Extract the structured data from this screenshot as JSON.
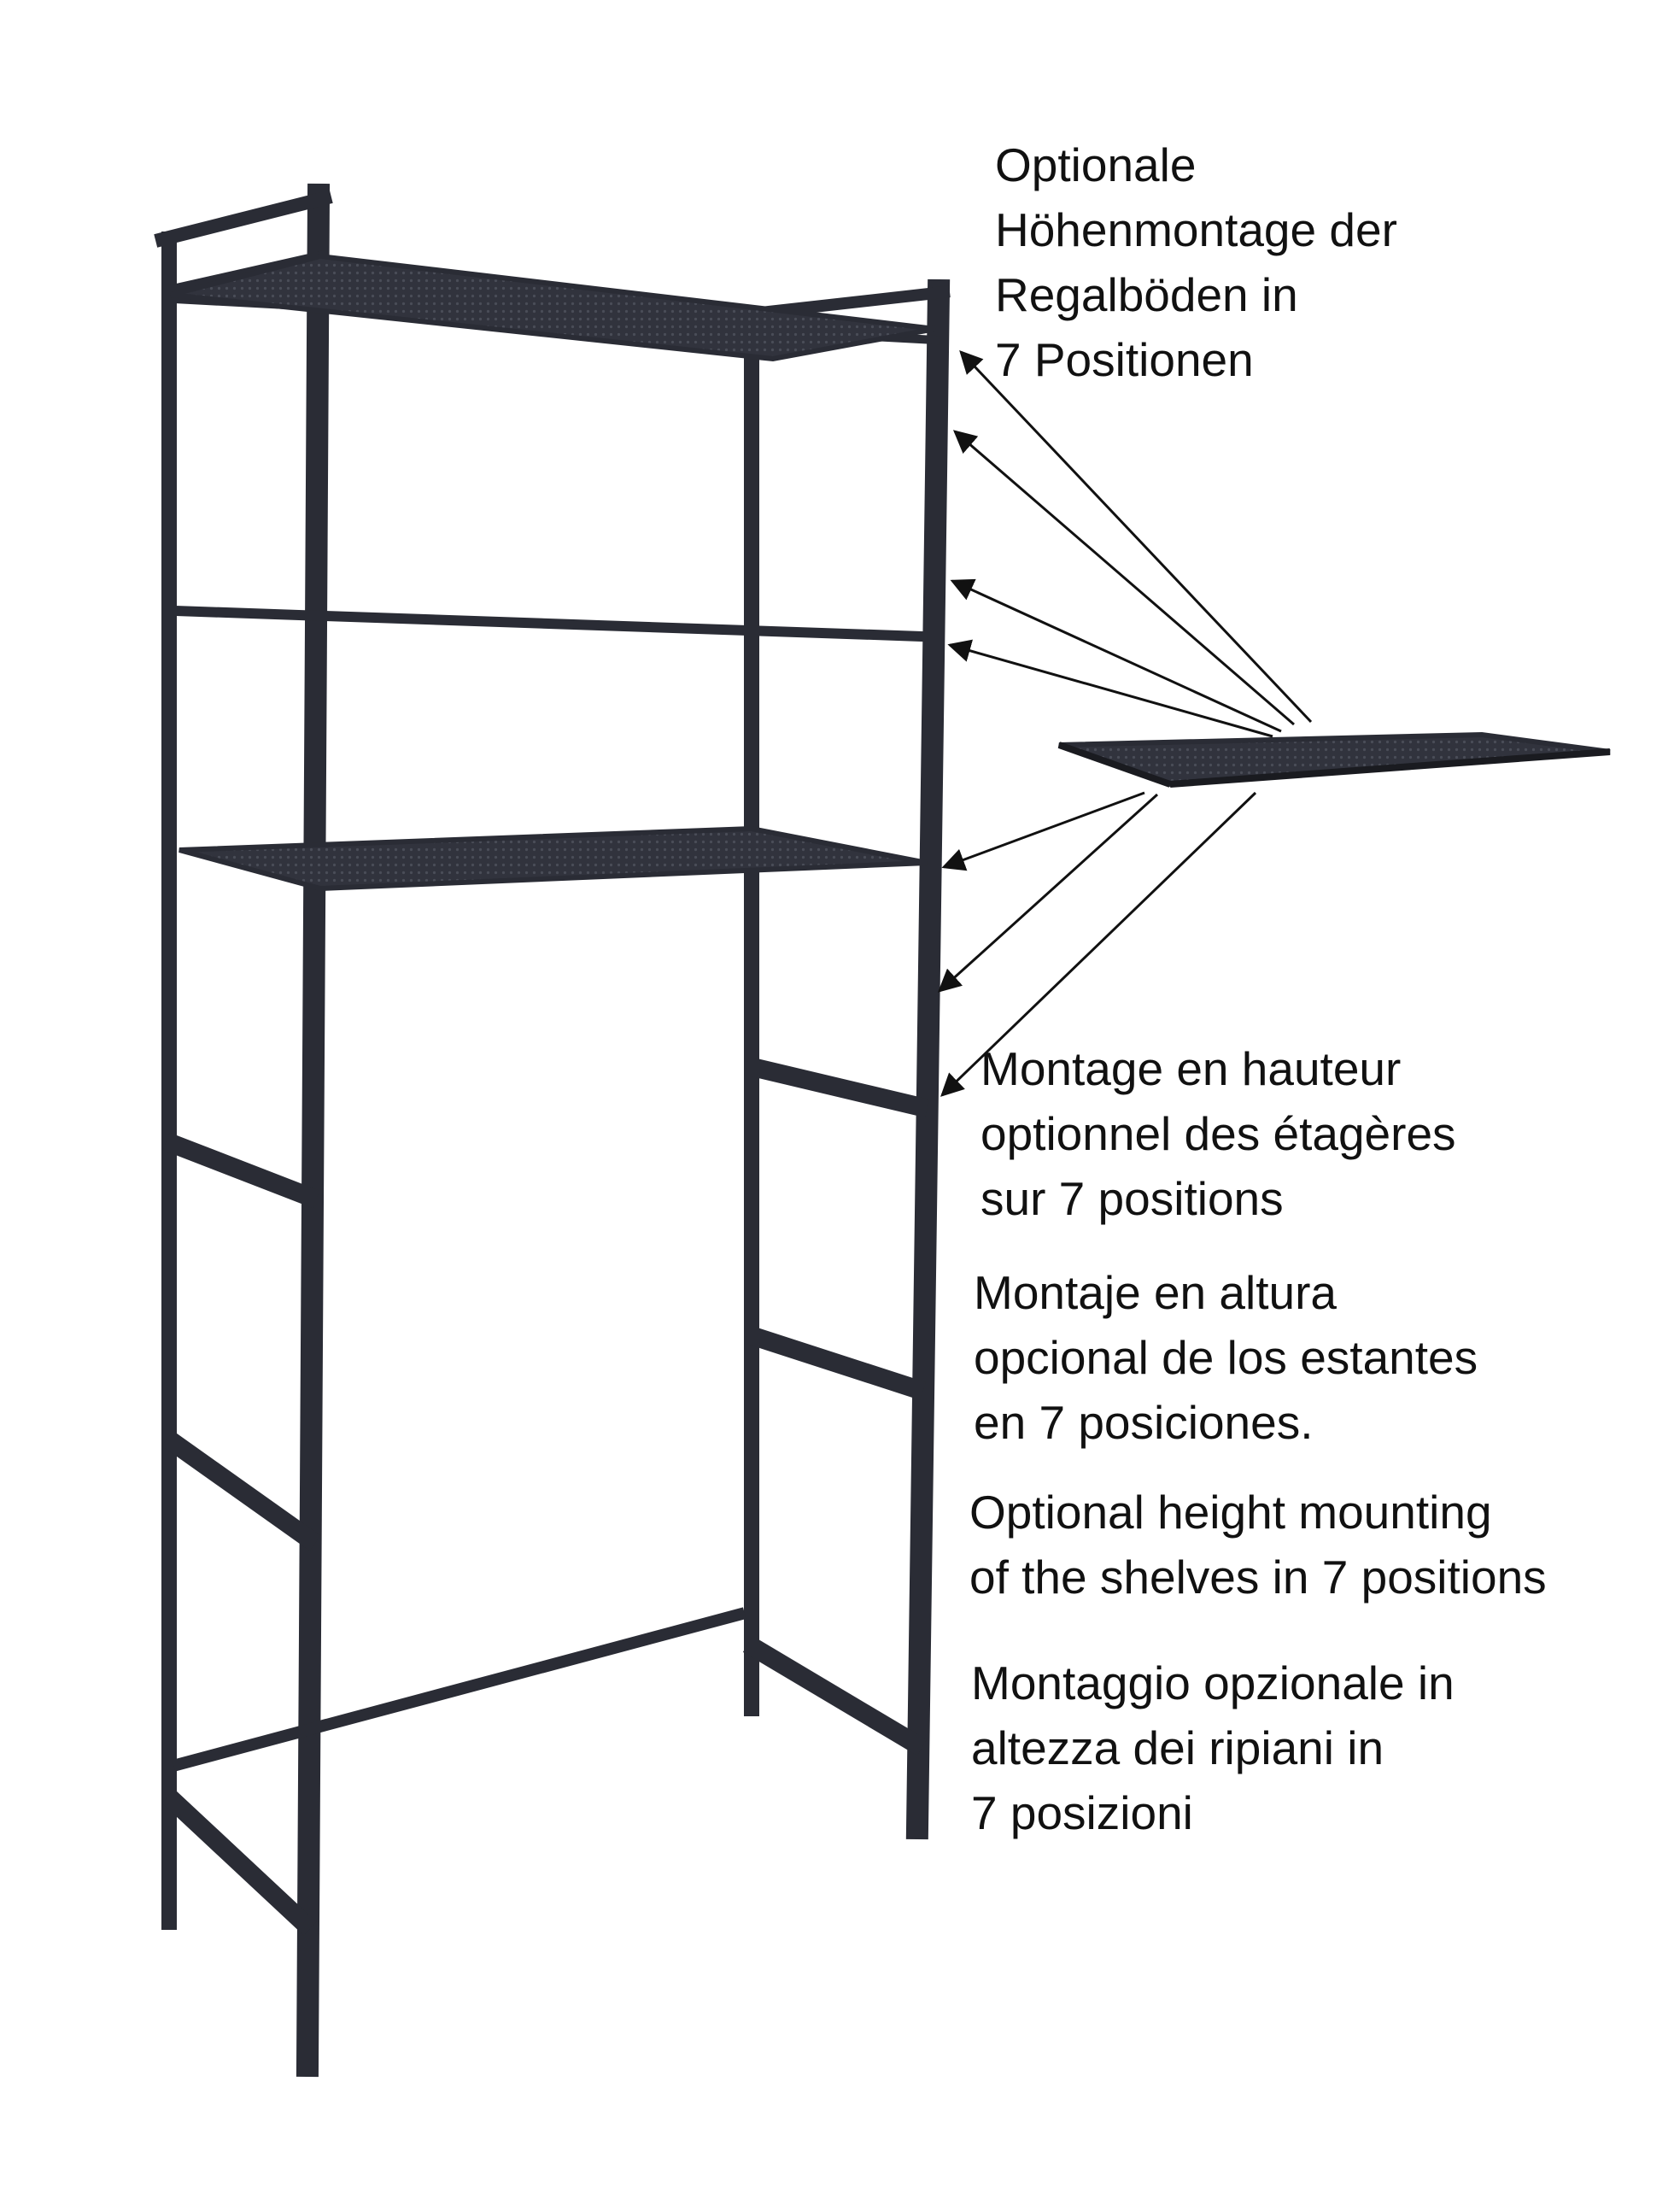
{
  "captions": {
    "de": [
      "Optionale",
      "Höhenmontage der",
      "Regalböden in",
      "7 Positionen"
    ],
    "fr": [
      "Montage en hauteur",
      "optionnel des étagères",
      "sur 7 positions"
    ],
    "es": [
      "Montaje en altura",
      "opcional de los estantes",
      "en 7 posiciones."
    ],
    "en": [
      "Optional height mounting",
      "of the shelves in 7 positions"
    ],
    "it": [
      "Montaggio opzionale in",
      "altezza dei ripiani in",
      "7 posizioni"
    ]
  },
  "colors": {
    "frame": "#2a2c35",
    "shelf": "#31333d",
    "text": "#111111",
    "arrow": "#111111"
  },
  "icons": {
    "rack": "over-toilet-shelf-rack",
    "loose_shelf": "removable-shelf-board",
    "arrows": "position-arrows"
  },
  "mounting_positions": 7
}
